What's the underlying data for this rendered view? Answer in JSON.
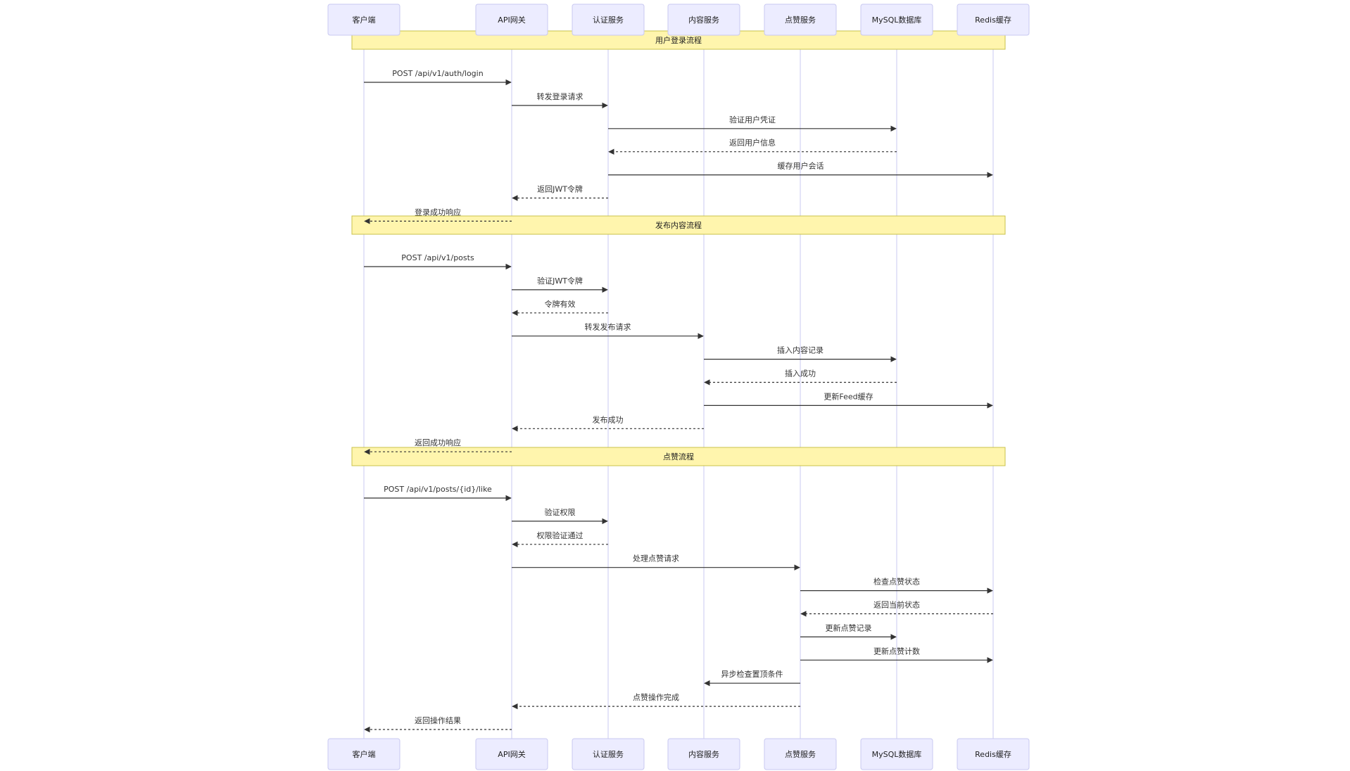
{
  "colors": {
    "actor_fill": "#ECECFF",
    "actor_border": "#C8C8F0",
    "note_fill": "#FFF5AD",
    "note_border": "#C8C24A",
    "line": "#333333"
  },
  "participants": [
    {
      "id": "client",
      "label": "客户端"
    },
    {
      "id": "gateway",
      "label": "API网关"
    },
    {
      "id": "auth",
      "label": "认证服务"
    },
    {
      "id": "content",
      "label": "内容服务"
    },
    {
      "id": "like",
      "label": "点赞服务"
    },
    {
      "id": "mysql",
      "label": "MySQL数据库"
    },
    {
      "id": "redis",
      "label": "Redis缓存"
    }
  ],
  "sections": [
    {
      "title": "用户登录流程",
      "messages": [
        {
          "from": "client",
          "to": "gateway",
          "label": "POST /api/v1/auth/login",
          "style": "solid"
        },
        {
          "from": "gateway",
          "to": "auth",
          "label": "转发登录请求",
          "style": "solid"
        },
        {
          "from": "auth",
          "to": "mysql",
          "label": "验证用户凭证",
          "style": "solid"
        },
        {
          "from": "mysql",
          "to": "auth",
          "label": "返回用户信息",
          "style": "dashed"
        },
        {
          "from": "auth",
          "to": "redis",
          "label": "缓存用户会话",
          "style": "solid"
        },
        {
          "from": "auth",
          "to": "gateway",
          "label": "返回JWT令牌",
          "style": "dashed"
        },
        {
          "from": "gateway",
          "to": "client",
          "label": "登录成功响应",
          "style": "dashed"
        }
      ]
    },
    {
      "title": "发布内容流程",
      "messages": [
        {
          "from": "client",
          "to": "gateway",
          "label": "POST /api/v1/posts",
          "style": "solid"
        },
        {
          "from": "gateway",
          "to": "auth",
          "label": "验证JWT令牌",
          "style": "solid"
        },
        {
          "from": "auth",
          "to": "gateway",
          "label": "令牌有效",
          "style": "dashed"
        },
        {
          "from": "gateway",
          "to": "content",
          "label": "转发发布请求",
          "style": "solid"
        },
        {
          "from": "content",
          "to": "mysql",
          "label": "插入内容记录",
          "style": "solid"
        },
        {
          "from": "mysql",
          "to": "content",
          "label": "插入成功",
          "style": "dashed"
        },
        {
          "from": "content",
          "to": "redis",
          "label": "更新Feed缓存",
          "style": "solid"
        },
        {
          "from": "content",
          "to": "gateway",
          "label": "发布成功",
          "style": "dashed"
        },
        {
          "from": "gateway",
          "to": "client",
          "label": "返回成功响应",
          "style": "dashed"
        }
      ]
    },
    {
      "title": "点赞流程",
      "messages": [
        {
          "from": "client",
          "to": "gateway",
          "label": "POST /api/v1/posts/{id}/like",
          "style": "solid"
        },
        {
          "from": "gateway",
          "to": "auth",
          "label": "验证权限",
          "style": "solid"
        },
        {
          "from": "auth",
          "to": "gateway",
          "label": "权限验证通过",
          "style": "dashed"
        },
        {
          "from": "gateway",
          "to": "like",
          "label": "处理点赞请求",
          "style": "solid"
        },
        {
          "from": "like",
          "to": "redis",
          "label": "检查点赞状态",
          "style": "solid"
        },
        {
          "from": "redis",
          "to": "like",
          "label": "返回当前状态",
          "style": "dashed"
        },
        {
          "from": "like",
          "to": "mysql",
          "label": "更新点赞记录",
          "style": "solid"
        },
        {
          "from": "like",
          "to": "redis",
          "label": "更新点赞计数",
          "style": "solid"
        },
        {
          "from": "like",
          "to": "content",
          "label": "异步检查置顶条件",
          "style": "solid"
        },
        {
          "from": "like",
          "to": "gateway",
          "label": "点赞操作完成",
          "style": "dashed"
        },
        {
          "from": "gateway",
          "to": "client",
          "label": "返回操作结果",
          "style": "dashed"
        }
      ]
    }
  ]
}
